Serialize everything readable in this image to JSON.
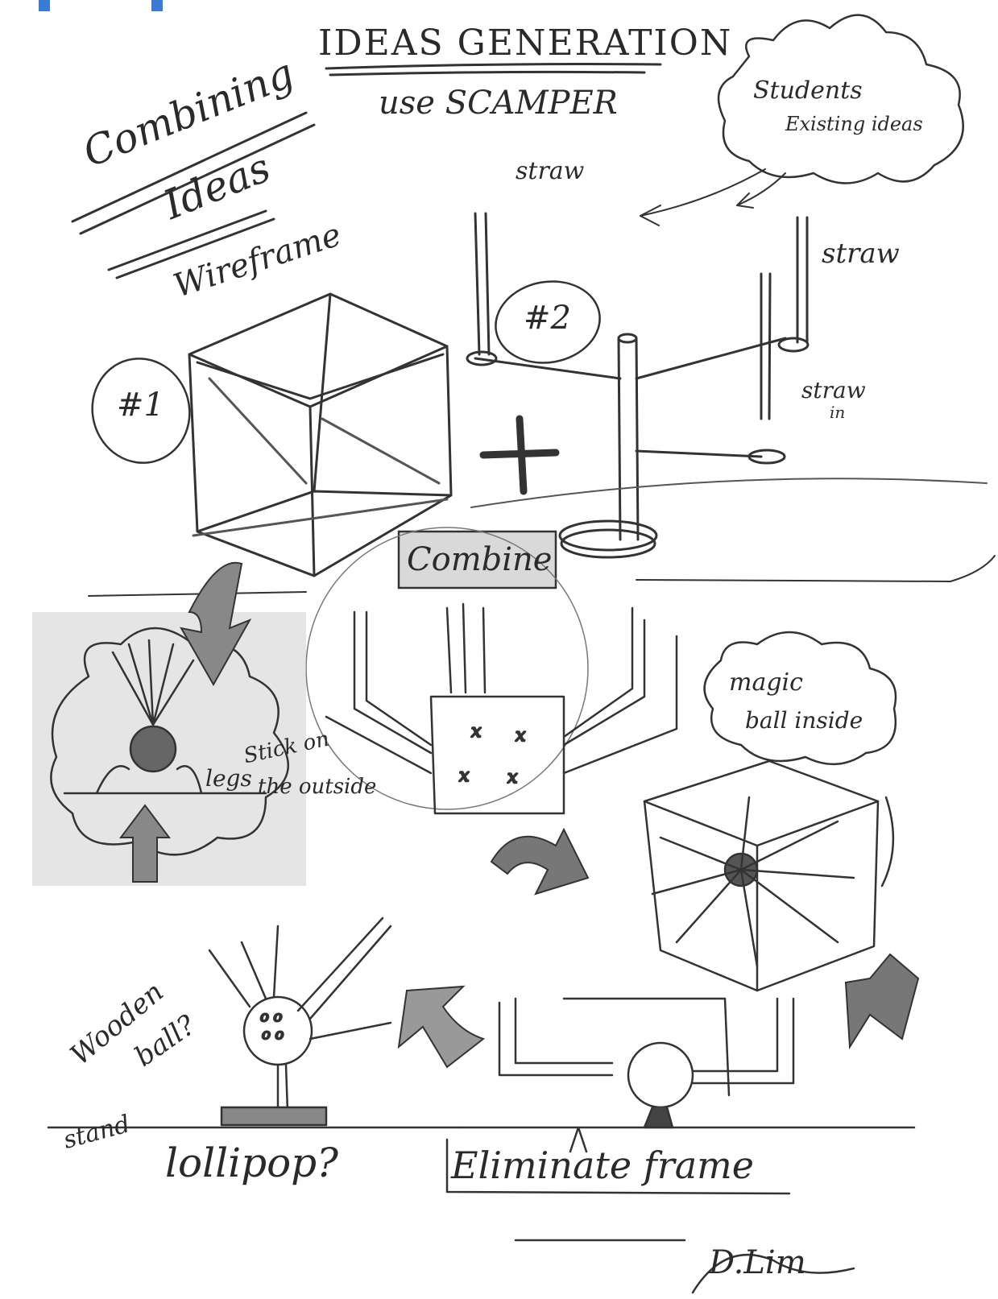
{
  "accent_color": "#3a7bd5",
  "heading": {
    "title": "IDEAS GENERATION",
    "subtitle": "use SCAMPER"
  },
  "notes": {
    "combining_ideas_1": "Combining",
    "combining_ideas_2": "Ideas",
    "students_ideas_1": "Students",
    "students_ideas_2": "Existing ideas",
    "straw_top": "straw",
    "straw_right": "straw",
    "straw_in_1": "straw",
    "straw_in_2": "in",
    "wireframe": "Wireframe",
    "idea_1": "#1",
    "idea_2": "#2",
    "combine": "Combine",
    "magic_ball_1": "magic",
    "magic_ball_2": "ball inside",
    "stick_on_1": "Stick on",
    "stick_on_2": "the outside",
    "legs": "legs",
    "wooden_ball_1": "Wooden",
    "wooden_ball_2": "ball?",
    "stand": "stand",
    "lollipop": "lollipop?",
    "eliminate_frame": "Eliminate frame",
    "signature": "D.Lim"
  }
}
